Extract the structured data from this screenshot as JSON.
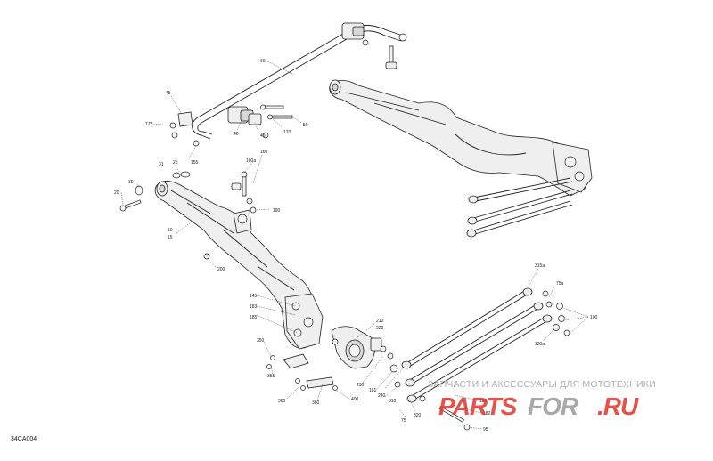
{
  "diagram_code": "34CA004",
  "watermark": {
    "tagline": "ЗАПЧАСТИ И АКСЕССУАРЫ ДЛЯ МОТОТЕХНИКИ",
    "logo_text": "PARTSFOR.RU"
  },
  "callouts": {
    "c60": "60",
    "c45a": "45",
    "c175": "175",
    "c40": "40",
    "c45b": "45",
    "c170": "170",
    "c50": "50",
    "c25": "25",
    "c31": "31",
    "c155": "155",
    "c160a": "160a",
    "c160": "160",
    "c30": "30",
    "c20": "20",
    "c190": "190",
    "c10": "10",
    "c15": "15",
    "c200": "200",
    "c145": "145",
    "c183": "183",
    "c185": "185",
    "c210": "210",
    "c220": "220",
    "c350": "350",
    "c355": "355",
    "c230": "230",
    "c181": "181",
    "c240": "240",
    "c310": "310",
    "c360": "360",
    "c380": "380",
    "c400": "400",
    "c75a": "75",
    "c320": "320",
    "c315a": "315a",
    "c75a2": "75a",
    "c100": "100",
    "c320a": "320a",
    "c180": "180",
    "c182": "182",
    "c95": "95"
  },
  "colors": {
    "line": "#222222",
    "part_fill": "#efefef",
    "watermark_text": "#b0b0b0",
    "watermark_logo_red": "#e2342a",
    "watermark_logo_gray": "#9a9a9a"
  }
}
